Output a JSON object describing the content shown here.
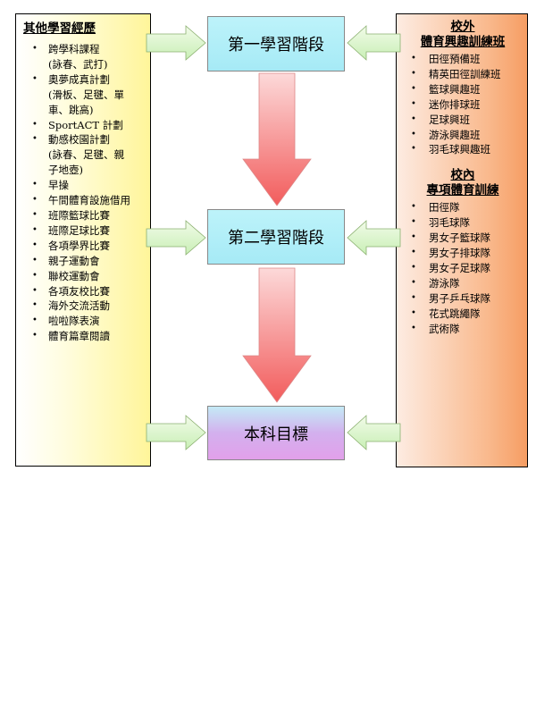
{
  "left_panel": {
    "title": "其他學習經歷",
    "items": [
      {
        "text": "跨學科課程",
        "sub": [
          "(詠春、武打)"
        ]
      },
      {
        "text": "奧夢成真計劃",
        "sub": [
          "(滑板、足毽、單",
          "車、跳高)"
        ]
      },
      {
        "text": "SportACT 計劃",
        "sub": []
      },
      {
        "text": "動感校園計劃",
        "sub": [
          "(詠春、足毽、親",
          "子地壺)"
        ]
      },
      {
        "text": "早操",
        "sub": []
      },
      {
        "text": "午間體育設施借用",
        "sub": []
      },
      {
        "text": "班際籃球比賽",
        "sub": []
      },
      {
        "text": "班際足球比賽",
        "sub": []
      },
      {
        "text": "各項學界比賽",
        "sub": []
      },
      {
        "text": "親子運動會",
        "sub": []
      },
      {
        "text": "聯校運動會",
        "sub": []
      },
      {
        "text": "各項友校比賽",
        "sub": []
      },
      {
        "text": "海外交流活動",
        "sub": []
      },
      {
        "text": "啦啦隊表演",
        "sub": []
      },
      {
        "text": "體育篇章閱讀",
        "sub": []
      }
    ]
  },
  "right_panel": {
    "section1": {
      "title_line1": "校外",
      "title_line2": "體育興趣訓練班",
      "items": [
        "田徑預備班",
        "精英田徑訓練班",
        "籃球興趣班",
        "迷你排球班",
        "足球興班",
        "游泳興趣班",
        "羽毛球興趣班"
      ]
    },
    "section2": {
      "title_line1": "校內",
      "title_line2": "專項體育訓練",
      "items": [
        "田徑隊",
        "羽毛球隊",
        "男女子籃球隊",
        "男女子排球隊",
        "男女子足球隊",
        "游泳隊",
        "男子乒乓球隊",
        "花式跳繩隊",
        "武術隊"
      ]
    }
  },
  "stages": {
    "stage1": "第一學習階段",
    "stage2": "第二學習階段",
    "goal": "本科目標"
  },
  "bullet": "•",
  "colors": {
    "stage_fill": "#a6eaf6",
    "goal_fill": "#e2a0ea",
    "left_panel_fill": "#fff59a",
    "right_panel_fill": "#f69d63",
    "side_arrow_fill": "#d4f5c4",
    "down_arrow_fill": "#f25c5c"
  }
}
